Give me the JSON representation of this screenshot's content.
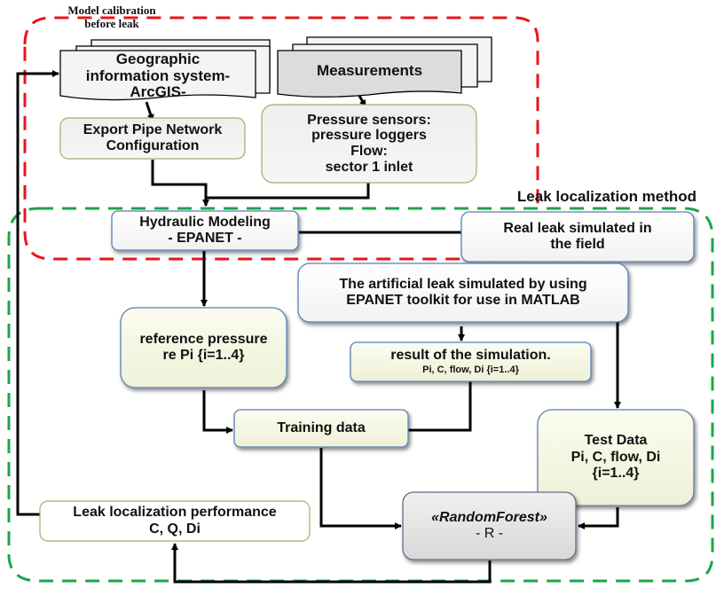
{
  "regions": {
    "calibration": {
      "title_line1": "Model calibration",
      "title_line2": "before leak",
      "color": "#e8141c"
    },
    "localization": {
      "title": "Leak localization method",
      "color": "#1aa64a"
    }
  },
  "nodes": {
    "gis": {
      "line1": "Geographic",
      "line2": "information system-",
      "line3": "ArcGIS-"
    },
    "measurements": {
      "label": "Measurements"
    },
    "export": {
      "line1": "Export Pipe Network",
      "line2": "Configuration"
    },
    "sensors": {
      "line1": "Pressure sensors:",
      "line2": "pressure loggers",
      "line3": "Flow:",
      "line4": "sector 1 inlet"
    },
    "hydraulic": {
      "line1": "Hydraulic Modeling",
      "line2": "- EPANET -"
    },
    "real_leak": {
      "line1": "Real leak simulated in",
      "line2": "the field"
    },
    "artificial_leak": {
      "line1": "The artificial leak simulated by using",
      "line2": "EPANET toolkit for use in MATLAB"
    },
    "reference": {
      "line1": "reference pressure",
      "line2": "re Pi {i=1..4}"
    },
    "sim_result": {
      "line1": "result of the simulation.",
      "line2": "Pi, C, flow, Di {i=1..4}"
    },
    "training": {
      "label": "Training data"
    },
    "test": {
      "line1": "Test Data",
      "line2": "Pi, C, flow, Di",
      "line3": "{i=1..4}"
    },
    "performance": {
      "line1": "Leak localization performance",
      "line2": "C, Q, Di"
    },
    "random_forest": {
      "line1": "«RandomForest»",
      "line2": "- R -"
    }
  },
  "colors": {
    "green_fill": "#f6f8e4",
    "grey_fill": "#e4e4e4",
    "doc_fill": "#f2f2f2",
    "box_border_blue": "#5b7fb5",
    "box_border_green": "#9bb06a"
  }
}
